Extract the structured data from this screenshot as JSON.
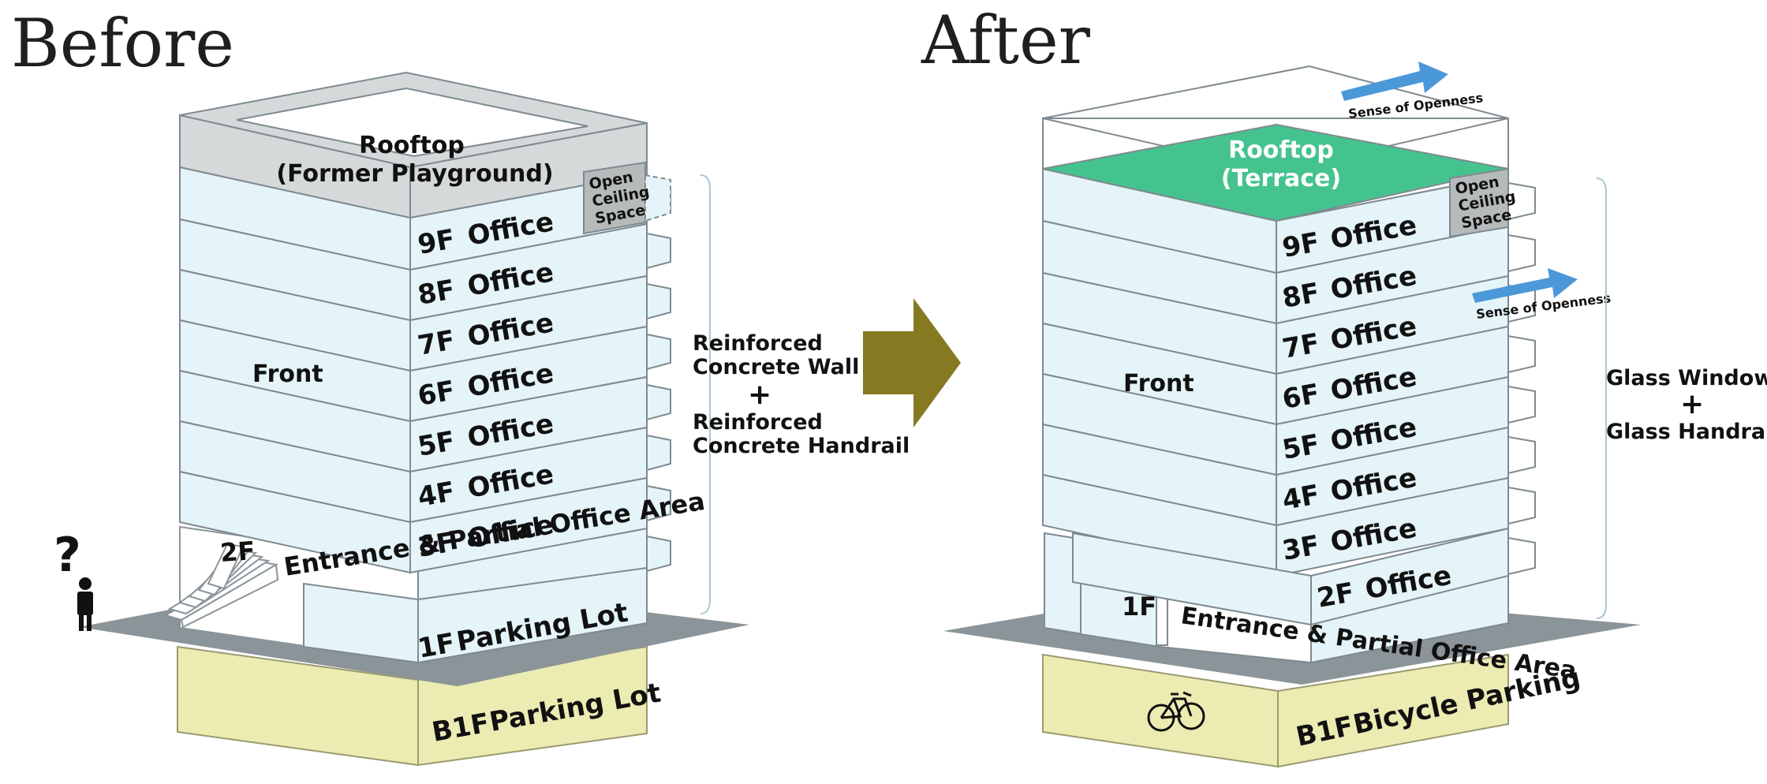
{
  "before": {
    "title": "Before",
    "rooftop_line1": "Rooftop",
    "rooftop_line2": "(Former Playground)",
    "open_ceiling": [
      "Open",
      "Ceiling",
      "Space"
    ],
    "floors": [
      {
        "num": "9F",
        "name": "Office"
      },
      {
        "num": "8F",
        "name": "Office"
      },
      {
        "num": "7F",
        "name": "Office"
      },
      {
        "num": "6F",
        "name": "Office"
      },
      {
        "num": "5F",
        "name": "Office"
      },
      {
        "num": "4F",
        "name": "Office"
      },
      {
        "num": "3F",
        "name": "Office"
      }
    ],
    "front": "Front",
    "entrance_floor": "2F",
    "entrance_name": "Entrance & Partial Office Area",
    "ground_floor": "1F",
    "ground_name": "Parking Lot",
    "basement_floor": "B1F",
    "basement_name": "Parking Lot",
    "question": "?",
    "wall_note": [
      "Reinforced",
      "Concrete Wall",
      "+",
      "Reinforced",
      "Concrete Handrail"
    ]
  },
  "after": {
    "title": "After",
    "rooftop_line1": "Rooftop",
    "rooftop_line2": "(Terrace)",
    "open_ceiling": [
      "Open",
      "Ceiling",
      "Space"
    ],
    "openness_top": "Sense of Openness",
    "openness_mid": "Sense of Openness",
    "floors": [
      {
        "num": "9F",
        "name": "Office"
      },
      {
        "num": "8F",
        "name": "Office"
      },
      {
        "num": "7F",
        "name": "Office"
      },
      {
        "num": "6F",
        "name": "Office"
      },
      {
        "num": "5F",
        "name": "Office"
      },
      {
        "num": "4F",
        "name": "Office"
      },
      {
        "num": "3F",
        "name": "Office"
      },
      {
        "num": "2F",
        "name": "Office"
      }
    ],
    "front": "Front",
    "entrance_floor": "1F",
    "entrance_name": "Entrance & Partial Office Area",
    "basement_floor": "B1F",
    "basement_name": "Bicycle Parking",
    "wall_note": [
      "Glass Window",
      "+",
      "Glass Handrail"
    ]
  },
  "colors": {
    "slab": "#e4f4f8",
    "edge": "#7f8a90",
    "roof_before": "#d5d9da",
    "roof_after": "#45c38e",
    "ground": "#8b9498",
    "basement": "#ecebb2",
    "arrow": "#857a22",
    "openness_arrow": "#4b98d9"
  }
}
